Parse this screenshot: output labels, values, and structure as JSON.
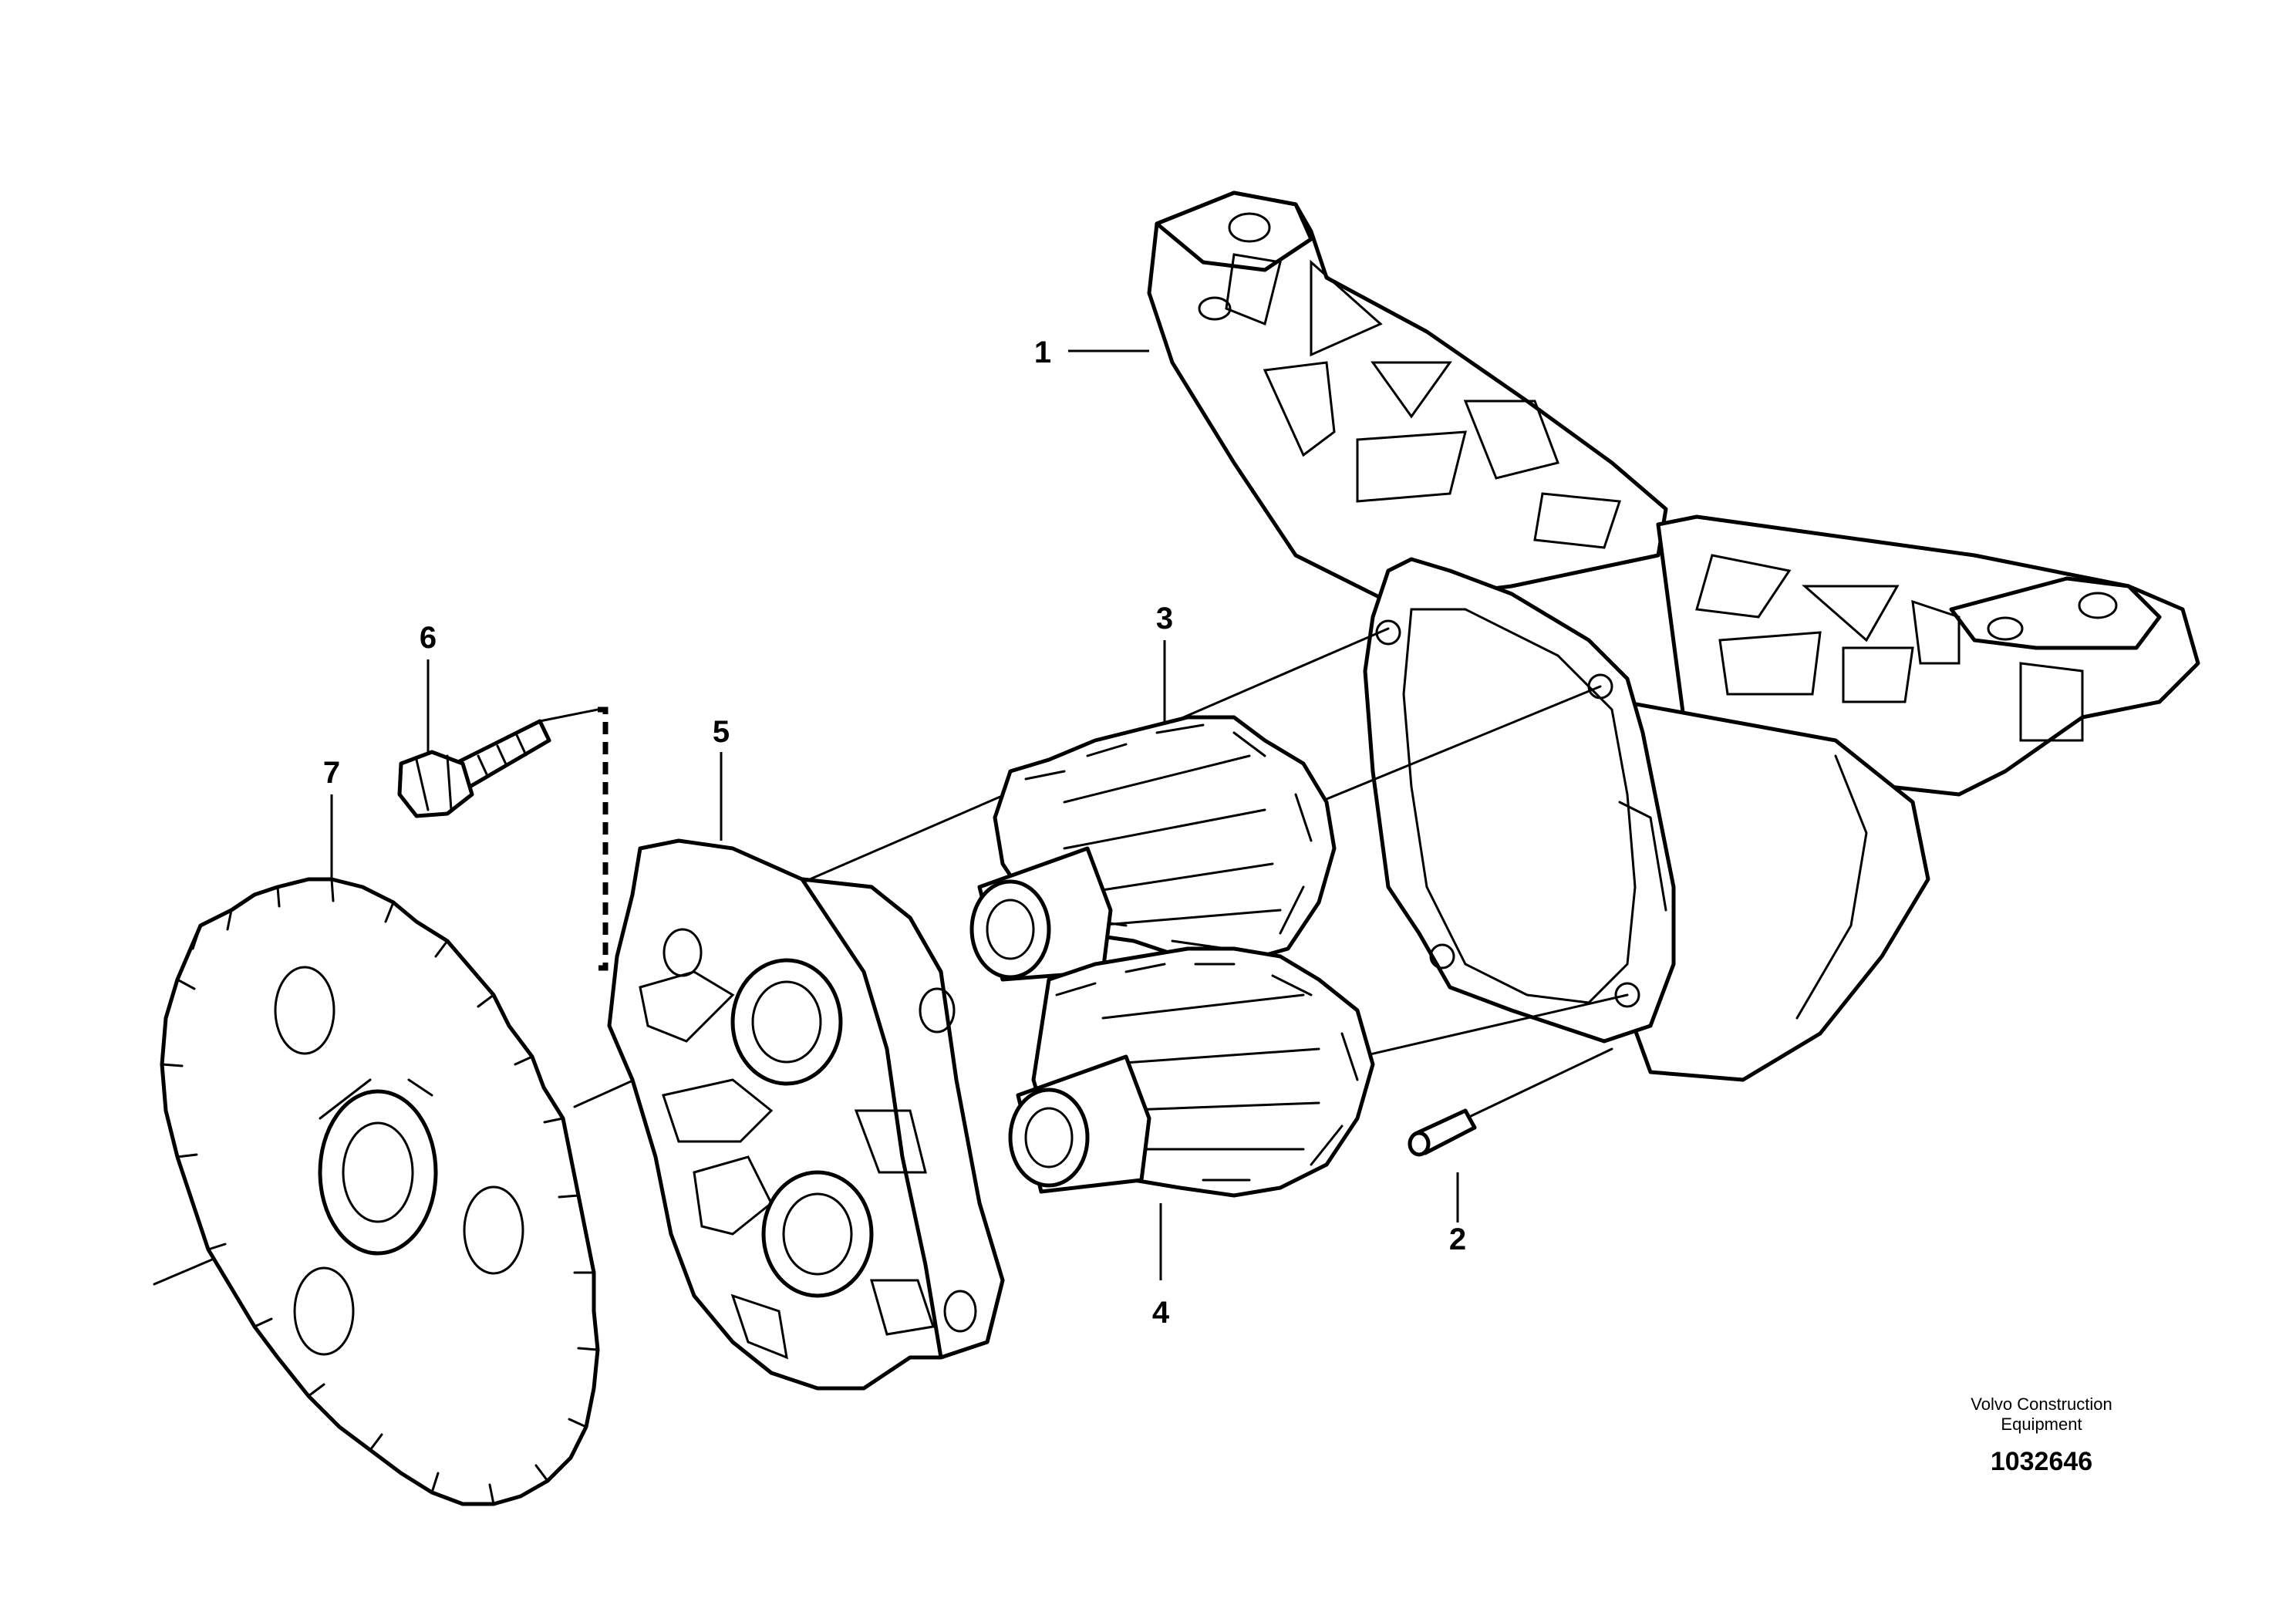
{
  "callouts": [
    {
      "id": "1",
      "label": "1"
    },
    {
      "id": "2",
      "label": "2"
    },
    {
      "id": "3",
      "label": "3"
    },
    {
      "id": "4",
      "label": "4"
    },
    {
      "id": "5",
      "label": "5"
    },
    {
      "id": "6",
      "label": "6"
    },
    {
      "id": "7",
      "label": "7"
    }
  ],
  "credit": {
    "company": "Volvo Construction Equipment",
    "drawing_number": "1032646"
  },
  "colors": {
    "line": "#000000",
    "background": "#ffffff"
  }
}
